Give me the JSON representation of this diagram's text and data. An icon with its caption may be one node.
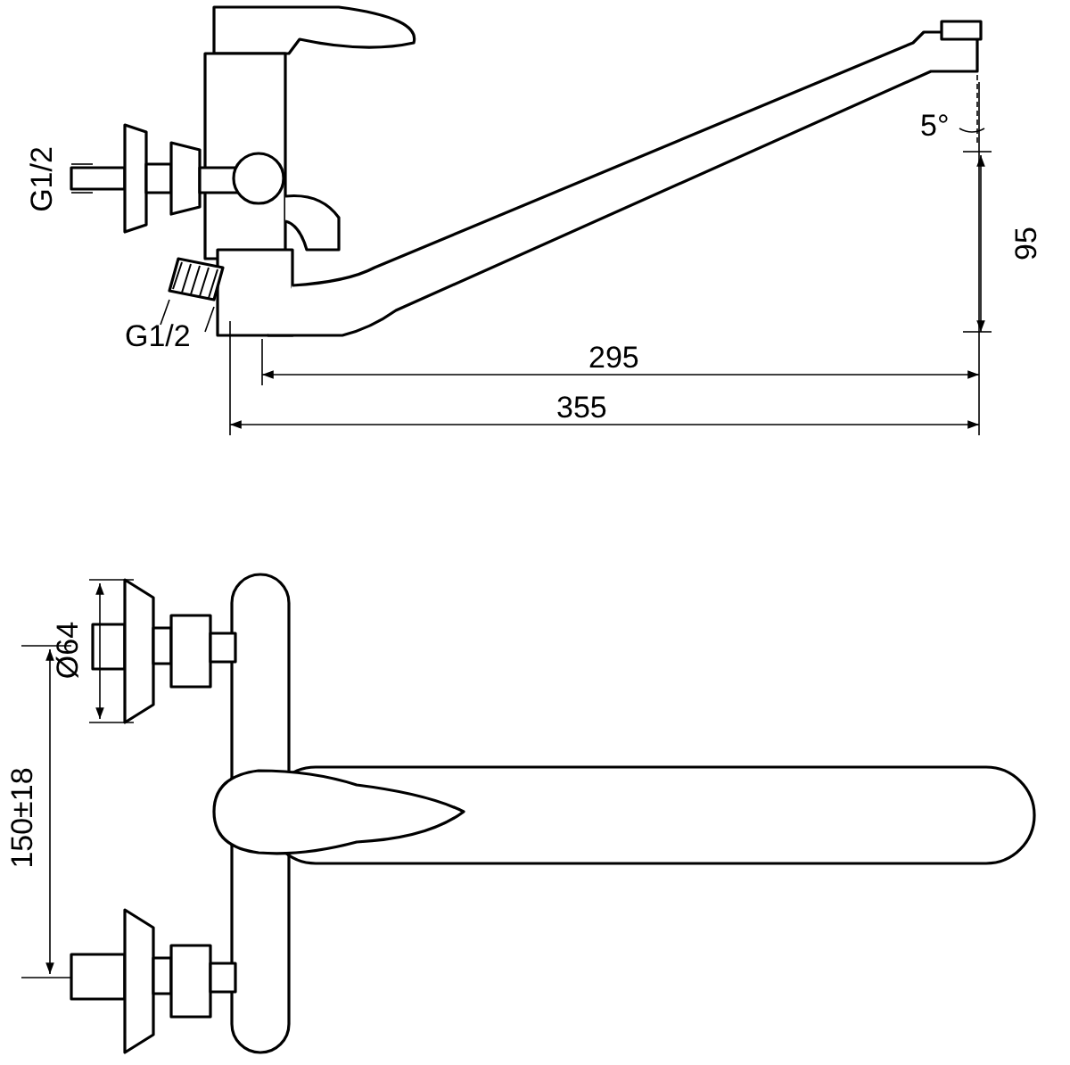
{
  "diagram": {
    "labels": [
      "5°",
      "G1/2",
      "95",
      "G1/2",
      "295",
      "355",
      "Ø64",
      "150±18"
    ]
  }
}
